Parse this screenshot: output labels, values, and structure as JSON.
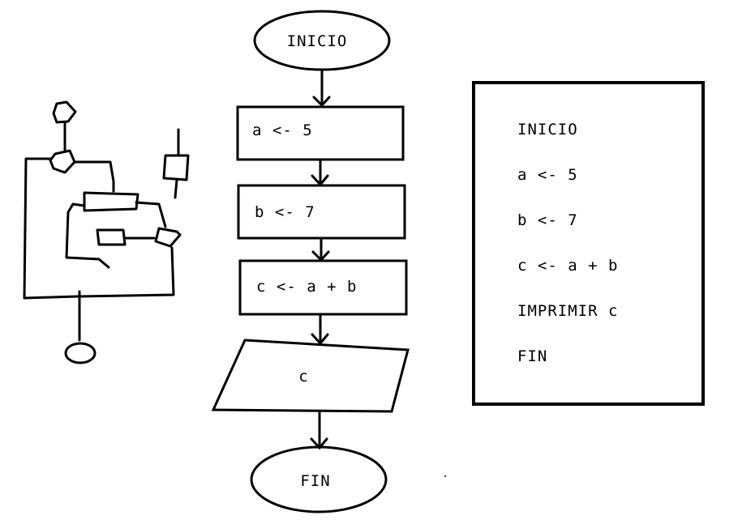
{
  "flowchart": {
    "start_label": "INICIO",
    "step1": "a <- 5",
    "step2": "b <- 7",
    "step3": "c <- a + b",
    "output": "c",
    "end_label": "FIN"
  },
  "pseudocode": {
    "lines": [
      "INICIO",
      "a <- 5",
      "b <- 7",
      "c <- a + b",
      "IMPRIMIR c",
      "FIN"
    ]
  }
}
